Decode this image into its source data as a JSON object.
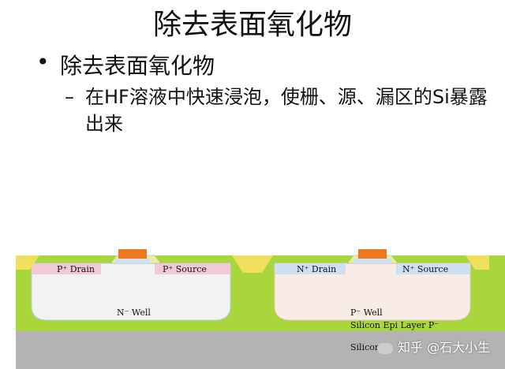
{
  "slide": {
    "title": "除去表面氧化物",
    "bullet": "除去表面氧化物",
    "sub_bullet": "在HF溶液中快速浸泡，使栅、源、漏区的Si暴露出来"
  },
  "diagram": {
    "left_device": {
      "drain_label": "P⁺ Drain",
      "source_label": "P⁺ Source",
      "well_label": "N⁻ Well"
    },
    "right_device": {
      "drain_label": "N⁺ Drain",
      "source_label": "N⁺ Source",
      "well_label": "P⁻ Well"
    },
    "epi_layer_label": "Silicon Epi Layer  P⁻",
    "substrate_label": "Silicon",
    "colors": {
      "epi": "#a8d63c",
      "substrate": "#b3b3b3",
      "well": "#f2f2f2",
      "p_plus": "#f2c9d6",
      "n_plus": "#cfe0f2",
      "gate": "#ee7722",
      "spacer": "#e8f0a0",
      "oxide_corner": "#f0e060"
    }
  },
  "watermark": {
    "text": "知乎 @石大小生"
  }
}
